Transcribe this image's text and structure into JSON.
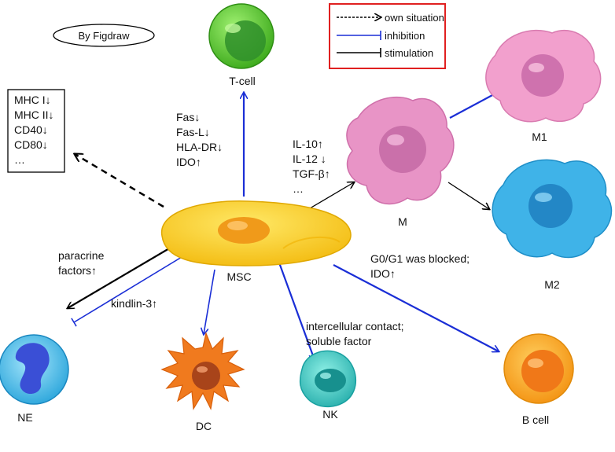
{
  "credit": "By Figdraw",
  "legend": {
    "items": [
      {
        "label": "own situation",
        "style": "dashed",
        "color": "#000000"
      },
      {
        "label": "inhibition",
        "style": "solid",
        "color": "#1a2ed6"
      },
      {
        "label": "stimulation",
        "style": "solid",
        "color": "#000000"
      }
    ],
    "border_color": "#e02020"
  },
  "colors": {
    "inhibition": "#1a2ed6",
    "stimulation": "#000000",
    "msc": "#f5c518",
    "tcell": "#4cc22a",
    "macrophage_m": "#e894c6",
    "m1": "#f2a0cd",
    "m2": "#3fb3e8",
    "ne": "#39b6e6",
    "dc": "#f07a1e",
    "nk": "#2fc6c0",
    "bcell": "#f7a21a"
  },
  "cells": {
    "msc": "MSC",
    "tcell": "T-cell",
    "m": "M",
    "m1": "M1",
    "m2": "M2",
    "ne": "NE",
    "dc": "DC",
    "nk": "NK",
    "bcell": "B cell"
  },
  "own_situation_box": [
    "MHC I↓",
    "MHC II↓",
    "CD40↓",
    "CD80↓",
    "…"
  ],
  "tcell_factors": [
    "Fas↓",
    "Fas-L↓",
    "HLA-DR↓",
    "IDO↑"
  ],
  "macrophage_factors": [
    "IL-10↑",
    "IL-12 ↓",
    "TGF-β↑",
    "…"
  ],
  "ne_stim": [
    "paracrine",
    "factors↑"
  ],
  "ne_inhib": "kindlin-3↑",
  "bcell_factors": [
    "G0/G1 was blocked;",
    "IDO↑"
  ],
  "nk_factors": [
    "intercellular contact;",
    "soluble factor"
  ]
}
